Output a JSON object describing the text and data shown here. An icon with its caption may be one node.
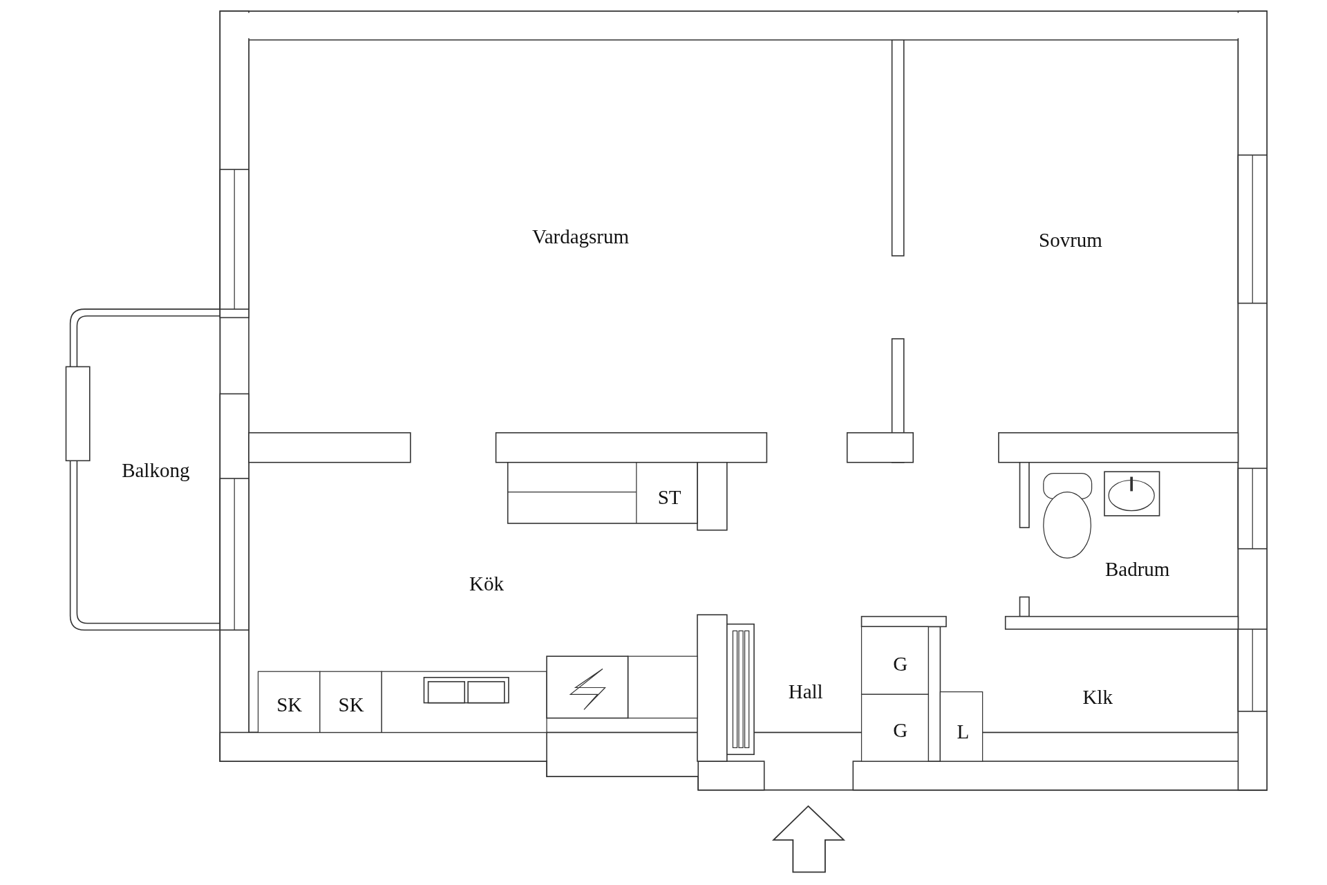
{
  "diagram": {
    "labels": [
      "Vardagsrum",
      "Sovrum",
      "Balkong",
      "ST",
      "Badrum",
      "Kök",
      "G",
      "Hall",
      "Klk",
      "SK",
      "SK",
      "G",
      "L"
    ]
  }
}
